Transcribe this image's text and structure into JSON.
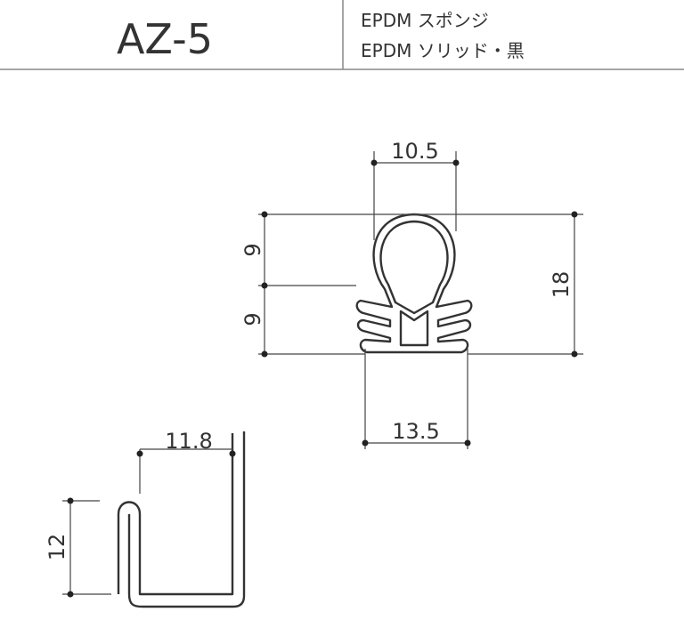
{
  "header": {
    "model": "AZ-5",
    "materials": [
      "EPDM スポンジ",
      "EPDM ソリッド・黒"
    ]
  },
  "profile_dimensions": {
    "top_width": "10.5",
    "upper_height": "9",
    "lower_height": "9",
    "total_height": "18",
    "base_width": "13.5"
  },
  "flange_dimensions": {
    "width": "11.8",
    "height": "12"
  }
}
